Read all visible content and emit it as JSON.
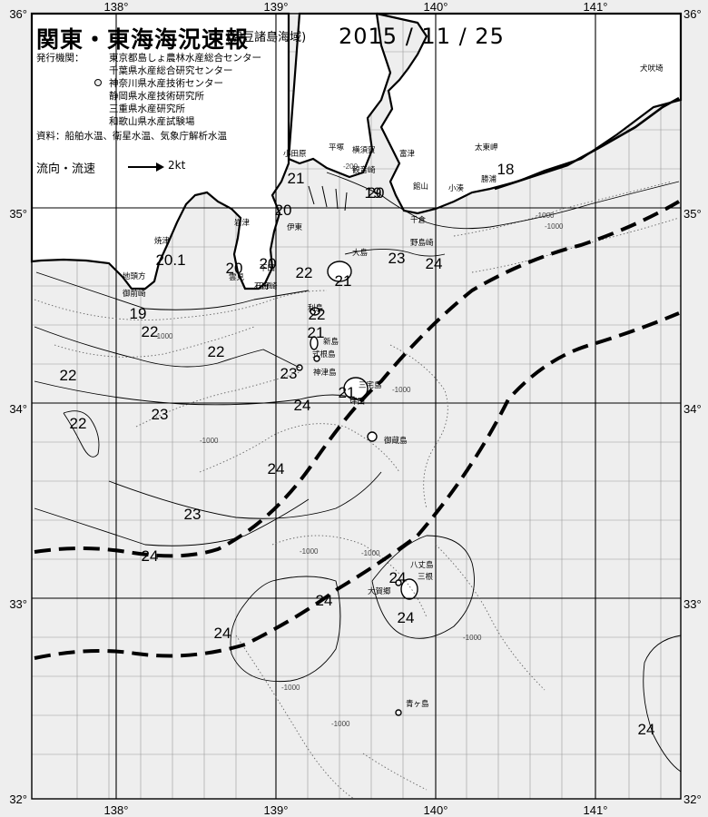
{
  "header": {
    "title": "関東・東海海況速報",
    "subtitle": "(伊豆諸島海域)",
    "date": "2015 / 11 / 25",
    "institutions_label": "発行機関：",
    "institutions": [
      "東京都島しょ農林水産総合センター",
      "千葉県水産総合研究センター",
      "神奈川県水産技術センター",
      "静岡県水産技術研究所",
      "三重県水産研究所",
      "和歌山県水産試験場"
    ],
    "sources": "資料：船舶水温、衛星水温、気象庁解析水温",
    "legend_flow": "流向・流速",
    "legend_speed": "2kt"
  },
  "axes": {
    "lon_labels": [
      "138°",
      "139°",
      "140°",
      "141°"
    ],
    "lat_labels_left": [
      "36°",
      "35°",
      "34°",
      "33°",
      "32°"
    ],
    "lat_labels_right": [
      "36°",
      "35°",
      "34°",
      "33°",
      "32°"
    ]
  },
  "place_names": [
    "犬吠埼",
    "太東岬",
    "勝浦",
    "小湊",
    "館山",
    "千倉",
    "野島崎",
    "富津",
    "横須賀",
    "平塚",
    "小田原",
    "観音崎",
    "伊東",
    "焼津",
    "御前崎",
    "地頭方",
    "田子",
    "雲見",
    "下田",
    "石廊崎",
    "岩津",
    "大島",
    "利島",
    "新島",
    "式根島",
    "神津島",
    "三宅島",
    "坪田",
    "御蔵島",
    "八丈島",
    "大賀郷",
    "三根",
    "青ヶ島"
  ],
  "temperature_labels": [
    "18",
    "19",
    "19",
    "20",
    "20",
    "20",
    "20",
    "21",
    "21",
    "21",
    "22",
    "22",
    "22",
    "22",
    "22",
    "22",
    "23",
    "23",
    "23",
    "23",
    "24",
    "24",
    "24",
    "24",
    "24",
    "24",
    "24",
    "24",
    "24",
    "20.1",
    "21"
  ],
  "depth_labels": [
    "-200",
    "-1000"
  ],
  "colors": {
    "background": "#eeeeee",
    "land": "#ffffff",
    "coast": "#000000",
    "grid": "#000000",
    "kuroshio_axis": "#000000",
    "isotherm": "#000000",
    "isobath": "#666666"
  },
  "kuroshio": {
    "description_hidden": false
  }
}
